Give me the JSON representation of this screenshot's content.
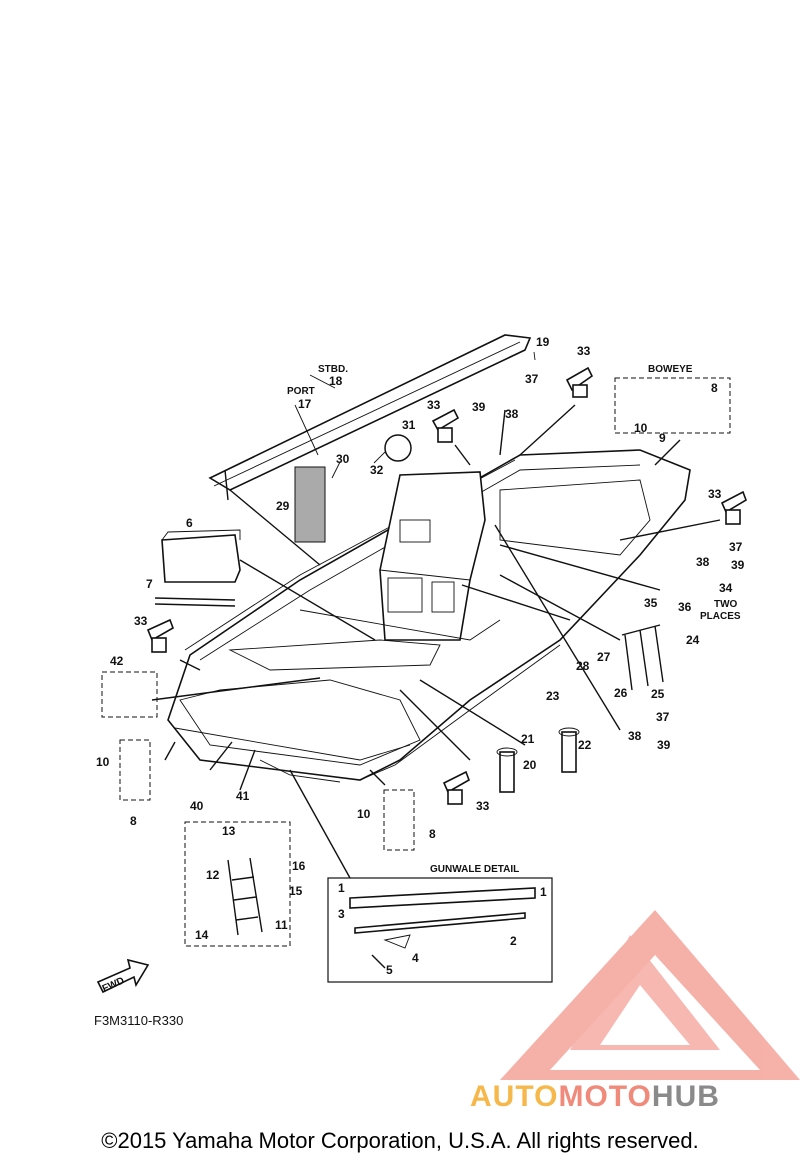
{
  "diagram": {
    "callouts": [
      {
        "id": "c1",
        "text": "1"
      },
      {
        "id": "c1b",
        "text": "1"
      },
      {
        "id": "c2",
        "text": "2"
      },
      {
        "id": "c3",
        "text": "3"
      },
      {
        "id": "c4",
        "text": "4"
      },
      {
        "id": "c5",
        "text": "5"
      },
      {
        "id": "c6",
        "text": "6"
      },
      {
        "id": "c7",
        "text": "7"
      },
      {
        "id": "c8a",
        "text": "8"
      },
      {
        "id": "c8b",
        "text": "8"
      },
      {
        "id": "c8c",
        "text": "8"
      },
      {
        "id": "c9",
        "text": "9"
      },
      {
        "id": "c10a",
        "text": "10"
      },
      {
        "id": "c10b",
        "text": "10"
      },
      {
        "id": "c10c",
        "text": "10"
      },
      {
        "id": "c11",
        "text": "11"
      },
      {
        "id": "c12",
        "text": "12"
      },
      {
        "id": "c13",
        "text": "13"
      },
      {
        "id": "c14",
        "text": "14"
      },
      {
        "id": "c15",
        "text": "15"
      },
      {
        "id": "c16",
        "text": "16"
      },
      {
        "id": "c17",
        "text": "17"
      },
      {
        "id": "c18",
        "text": "18"
      },
      {
        "id": "c19",
        "text": "19"
      },
      {
        "id": "c20",
        "text": "20"
      },
      {
        "id": "c21",
        "text": "21"
      },
      {
        "id": "c22",
        "text": "22"
      },
      {
        "id": "c23",
        "text": "23"
      },
      {
        "id": "c24",
        "text": "24"
      },
      {
        "id": "c25",
        "text": "25"
      },
      {
        "id": "c26",
        "text": "26"
      },
      {
        "id": "c27",
        "text": "27"
      },
      {
        "id": "c28",
        "text": "28"
      },
      {
        "id": "c29",
        "text": "29"
      },
      {
        "id": "c30",
        "text": "30"
      },
      {
        "id": "c31",
        "text": "31"
      },
      {
        "id": "c32",
        "text": "32"
      },
      {
        "id": "c33a",
        "text": "33"
      },
      {
        "id": "c33b",
        "text": "33"
      },
      {
        "id": "c33c",
        "text": "33"
      },
      {
        "id": "c33d",
        "text": "33"
      },
      {
        "id": "c33e",
        "text": "33"
      },
      {
        "id": "c34",
        "text": "34"
      },
      {
        "id": "c35",
        "text": "35"
      },
      {
        "id": "c36",
        "text": "36"
      },
      {
        "id": "c37a",
        "text": "37"
      },
      {
        "id": "c37b",
        "text": "37"
      },
      {
        "id": "c37c",
        "text": "37"
      },
      {
        "id": "c38a",
        "text": "38"
      },
      {
        "id": "c38b",
        "text": "38"
      },
      {
        "id": "c38c",
        "text": "38"
      },
      {
        "id": "c39a",
        "text": "39"
      },
      {
        "id": "c39b",
        "text": "39"
      },
      {
        "id": "c39c",
        "text": "39"
      },
      {
        "id": "c40",
        "text": "40"
      },
      {
        "id": "c41",
        "text": "41"
      },
      {
        "id": "c42",
        "text": "42"
      }
    ],
    "labels": {
      "stbd": "STBD.",
      "port": "PORT",
      "boweye": "BOWEYE",
      "two": "TWO",
      "places": "PLACES",
      "gunwale_detail": "GUNWALE DETAIL",
      "fwd": "FWD"
    },
    "figure_code": "F3M3110-R330"
  },
  "watermark": {
    "part1": "AUTO",
    "part2": "MOTO",
    "part3": "HUB",
    "color_orange": "#f6b84a",
    "color_red": "#f08a7a",
    "color_gray": "#8a8a8a"
  },
  "copyright": "©2015 Yamaha Motor Corporation, U.S.A. All rights reserved."
}
